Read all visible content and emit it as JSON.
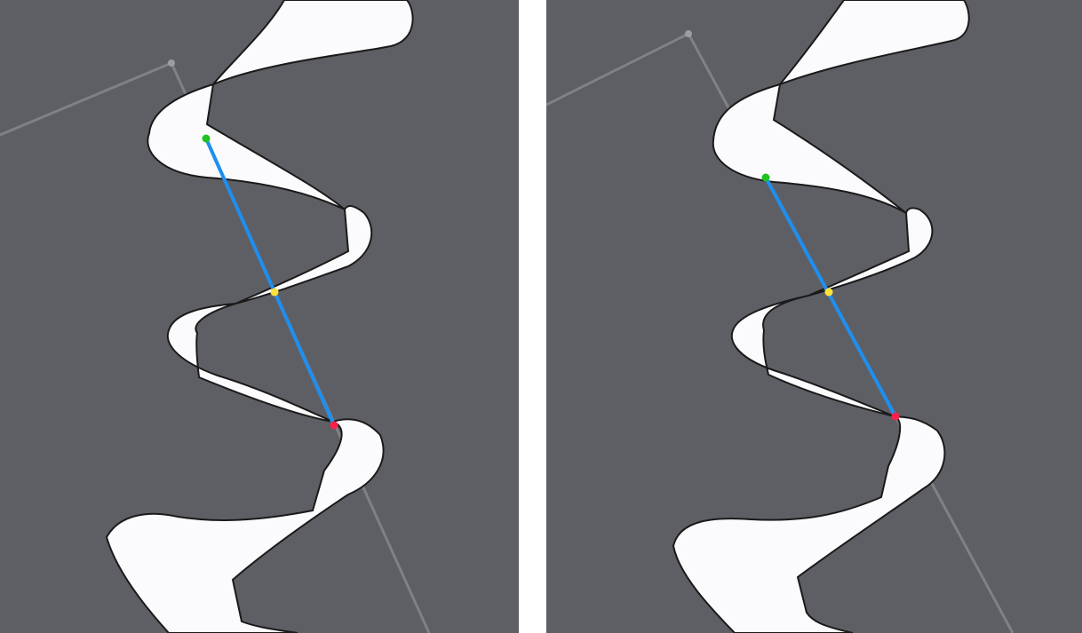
{
  "colors": {
    "page_background": "#ffffff",
    "canvas_background": "#5e5f64",
    "shape_fill": "#fbfbfd",
    "shape_outline": "#1a1a1a",
    "guide_line": "#8b8c91",
    "guide_handle": "#9c9da1",
    "segment_line": "#1e8ff0",
    "start_point": "#1fc21f",
    "midpoint": "#ffe23a",
    "end_point": "#ff1f4a"
  },
  "panels": [
    {
      "id": "left",
      "description_icon": "wavy-shape-with-segment"
    },
    {
      "id": "right",
      "description_icon": "wavy-shape-with-segment"
    }
  ]
}
